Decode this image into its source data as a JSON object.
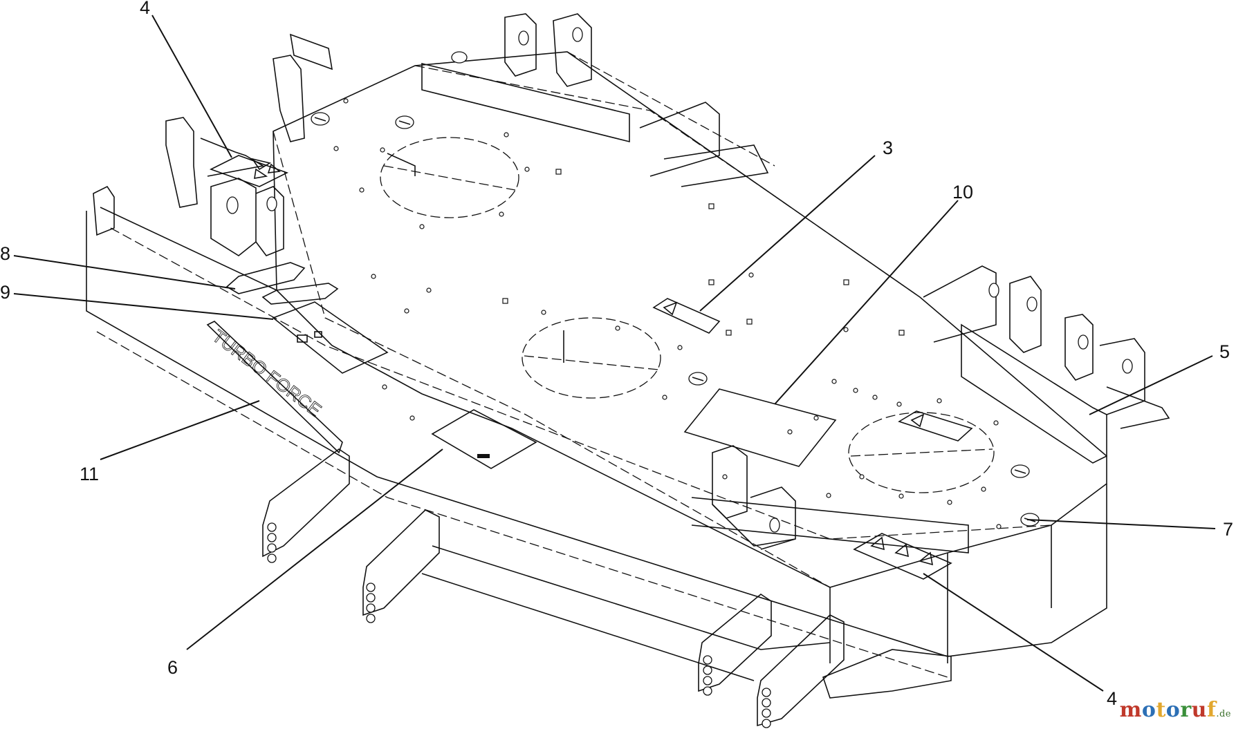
{
  "callouts": {
    "c4a": "4",
    "c3": "3",
    "c10": "10",
    "c8": "8",
    "c9": "9",
    "c5": "5",
    "c7": "7",
    "c11": "11",
    "c6": "6",
    "c4b": "4"
  },
  "decal_text": "TURBO FORCE",
  "watermark": {
    "text": "motoruf",
    "suffix": ".de",
    "colors": [
      "#c0392b",
      "#2c6fb5",
      "#e2a72e",
      "#2c6fb5",
      "#3a8f3a",
      "#c0392b",
      "#e2a72e"
    ]
  }
}
